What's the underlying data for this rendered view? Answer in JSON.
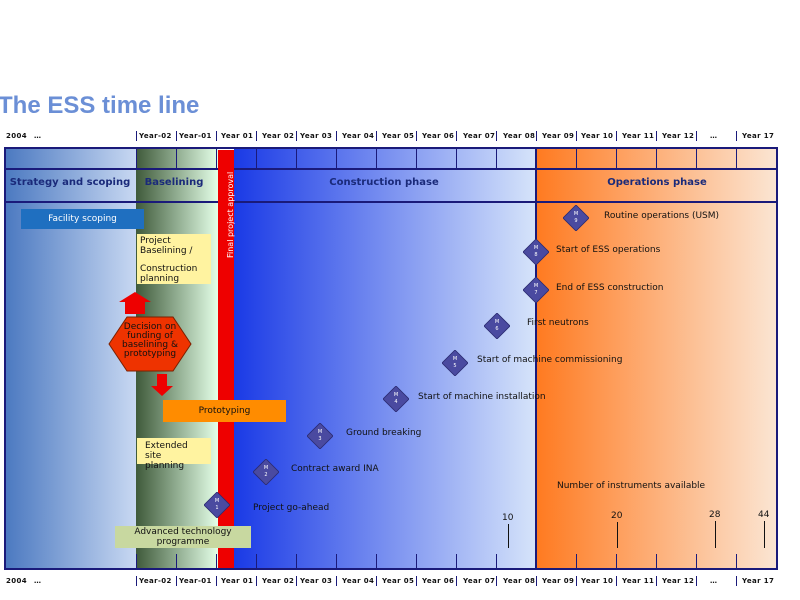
{
  "title": "The ESS time line",
  "timeline": {
    "top_labels": [
      "2004",
      "…",
      "Year-02",
      "Year-01",
      "Year 01",
      "Year 02",
      "Year 03",
      "Year 04",
      "Year 05",
      "Year 06",
      "Year 07",
      "Year 08",
      "Year 09",
      "Year 10",
      "Year 11",
      "Year 12",
      "…",
      "Year 17"
    ],
    "bottom_labels": [
      "2004",
      "…",
      "Year-02",
      "Year-01",
      "Year 01",
      "Year 02",
      "Year 03",
      "Year 04",
      "Year 05",
      "Year 06",
      "Year 07",
      "Year 08",
      "Year 09",
      "Year 10",
      "Year 11",
      "Year 12",
      "…",
      "Year 17"
    ]
  },
  "phases": {
    "strategy": "Strategy and scoping",
    "baselining": "Baselining",
    "construction": "Construction phase",
    "operations": "Operations phase"
  },
  "final_approval": "Final project approval",
  "boxes": {
    "facility_scoping": "Facility scoping",
    "project_baselining": "Project Baselining /",
    "construction_planning": "Construction planning",
    "decision": "Decision on funding of baselining & prototyping",
    "prototyping": "Prototyping",
    "extended_site": "Extended site planning",
    "advanced_tech": "Advanced technology programme"
  },
  "milestones": [
    {
      "id": "M 1",
      "label": "Project go-ahead"
    },
    {
      "id": "M 2",
      "label": "Contract award INA"
    },
    {
      "id": "M 3",
      "label": "Ground breaking"
    },
    {
      "id": "M 4",
      "label": "Start of machine installation"
    },
    {
      "id": "M 5",
      "label": "Start of machine commissioning"
    },
    {
      "id": "M 6",
      "label": "First neutrons"
    },
    {
      "id": "M 7",
      "label": "End of ESS construction"
    },
    {
      "id": "M 8",
      "label": "Start of ESS operations"
    },
    {
      "id": "M 9",
      "label": "Routine operations (USM)"
    }
  ],
  "instruments": {
    "label": "Number of instruments available",
    "counts": [
      "10",
      "20",
      "28",
      "44"
    ]
  },
  "colors": {
    "frame": "#1a1a7a",
    "approval": "#ee0000",
    "milestone": "#4a4aa0",
    "decision": "#ee3300",
    "prototyping": "#ff8c00",
    "facility": "#1f6fc0",
    "title": "#6b8fd6"
  }
}
